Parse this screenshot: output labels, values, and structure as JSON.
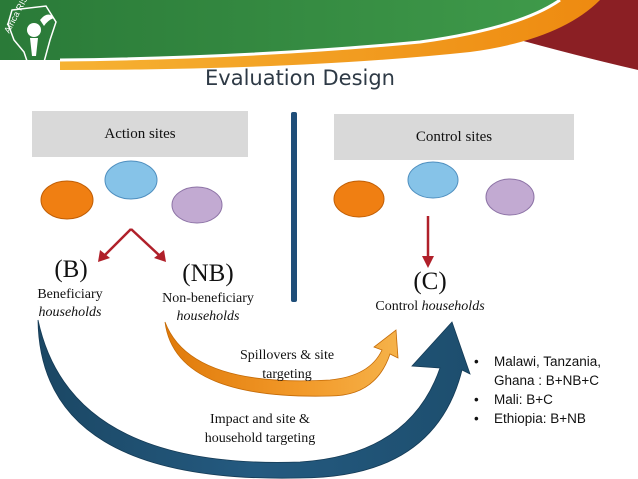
{
  "title": "Evaluation Design",
  "logo_text": "Africa RISING",
  "action_sites": "Action sites",
  "control_sites": "Control sites",
  "groups": {
    "b_letter": "(B)",
    "b_line1": "Beneficiary",
    "b_line2": "households",
    "nb_letter": "(NB)",
    "nb_line1": "Non-beneficiary",
    "nb_line2": "households",
    "c_letter": "(C)",
    "c_line1": "Control",
    "c_line2": "households"
  },
  "arrows": {
    "spillover_line1": "Spillovers & site",
    "spillover_line2": "targeting",
    "impact_line1": "Impact and site &",
    "impact_line2": "household targeting"
  },
  "bullets": [
    {
      "line1": "Malawi, Tanzania,",
      "line2": "Ghana :   B+NB+C"
    },
    {
      "line1": "Mali:       B+C"
    },
    {
      "line1": "Ethiopia: B+NB"
    }
  ],
  "colors": {
    "banner_green": "#2e7d3a",
    "banner_orange": "#f09a1c",
    "banner_red": "#8b1f24",
    "circle_orange": "#f07f12",
    "circle_blue": "#86c3e8",
    "circle_purple": "#c2aad2",
    "divider": "#1f4e79",
    "red_arrow": "#b0202a",
    "orange_arrow": "#e8820c",
    "blue_arrow": "#1d4e6e"
  }
}
